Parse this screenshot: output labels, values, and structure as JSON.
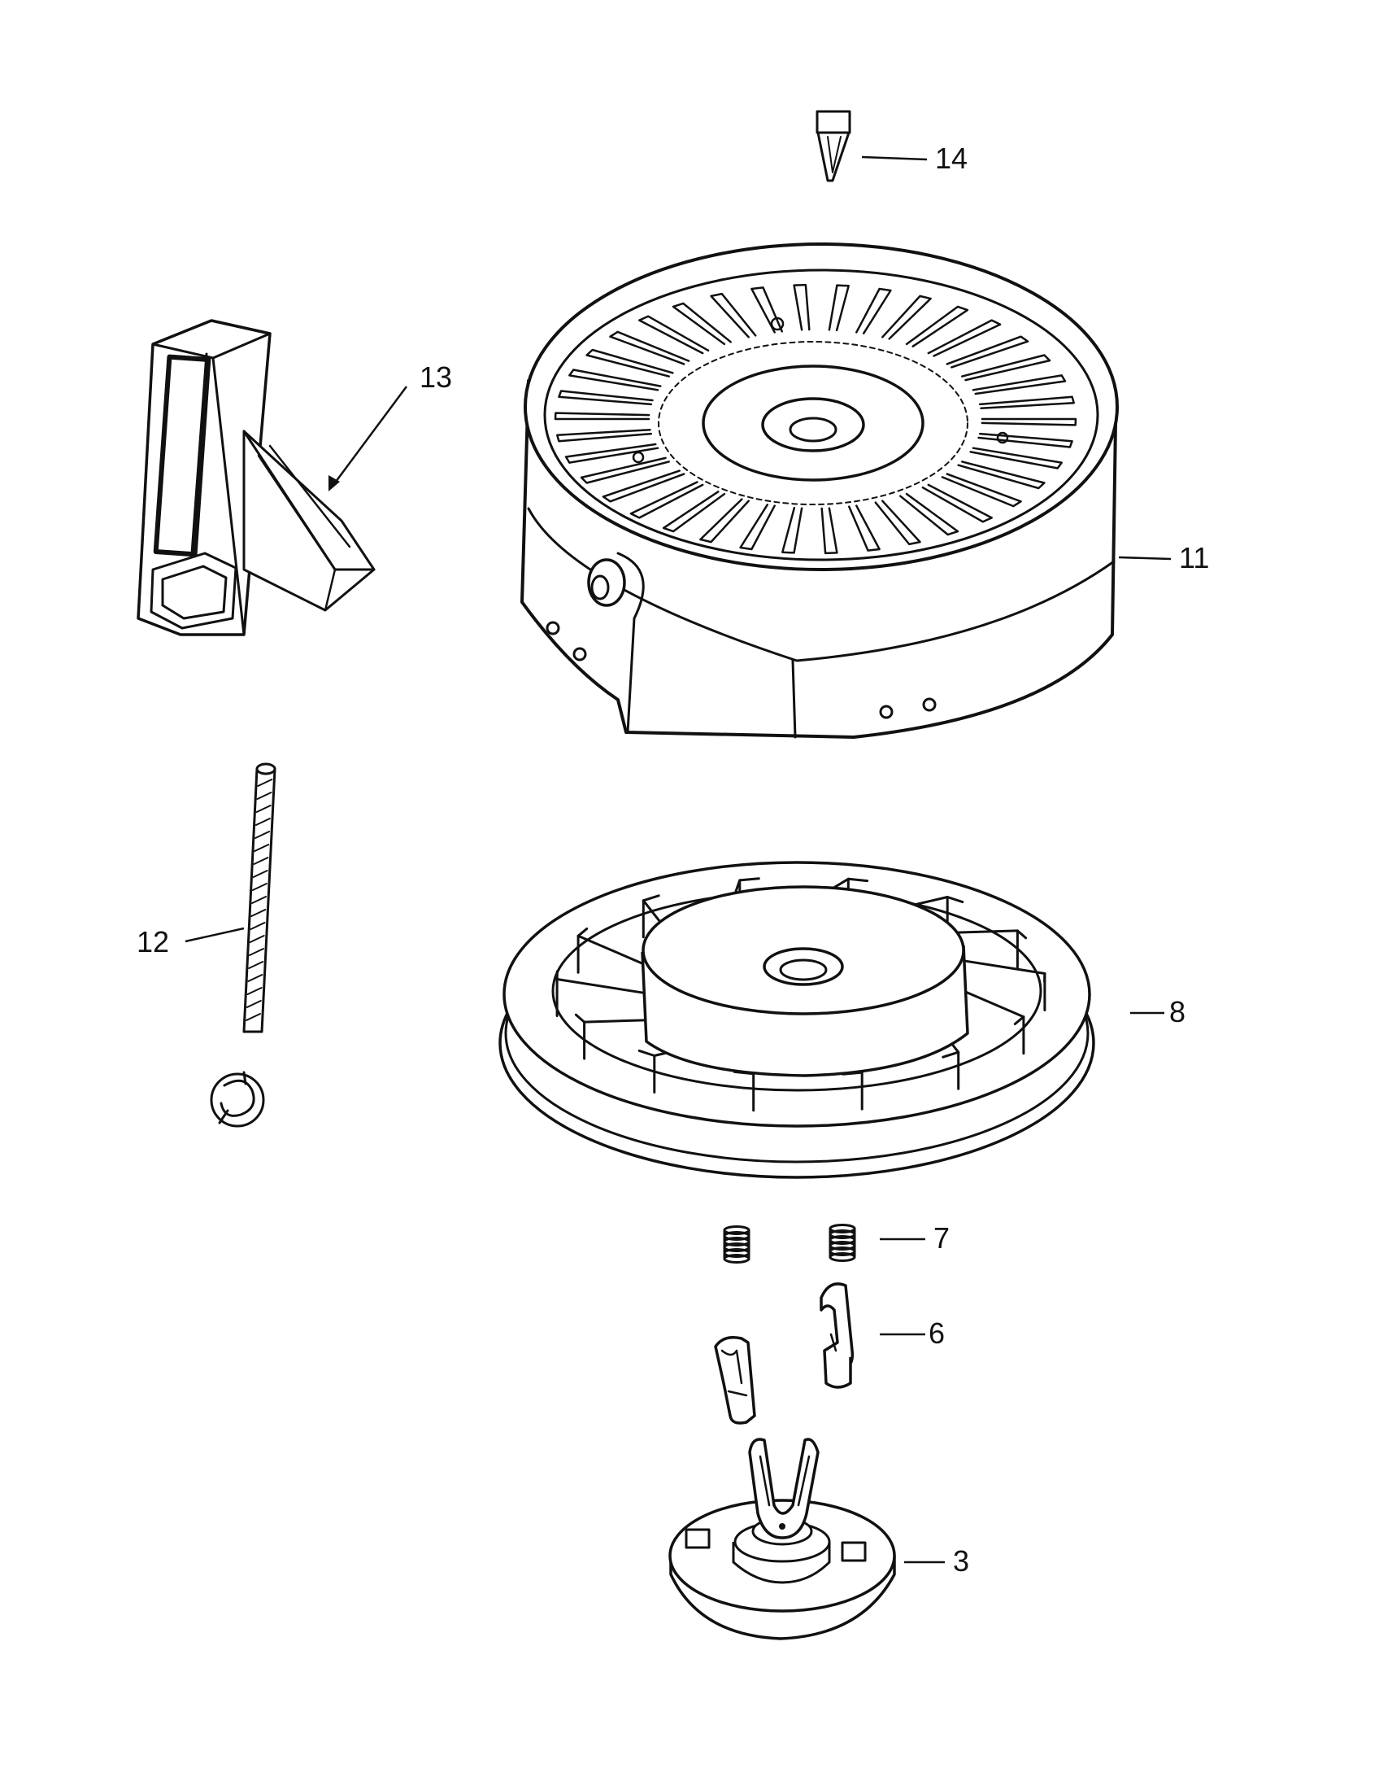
{
  "diagram": {
    "parts": [
      {
        "id": "part-14",
        "label": "14",
        "name": "pin"
      },
      {
        "id": "part-13",
        "label": "13",
        "name": "handle"
      },
      {
        "id": "part-11",
        "label": "11",
        "name": "housing"
      },
      {
        "id": "part-12",
        "label": "12",
        "name": "rope"
      },
      {
        "id": "part-8",
        "label": "8",
        "name": "pulley"
      },
      {
        "id": "part-7",
        "label": "7",
        "name": "spring"
      },
      {
        "id": "part-6",
        "label": "6",
        "name": "pawl"
      },
      {
        "id": "part-3",
        "label": "3",
        "name": "retainer"
      }
    ]
  }
}
